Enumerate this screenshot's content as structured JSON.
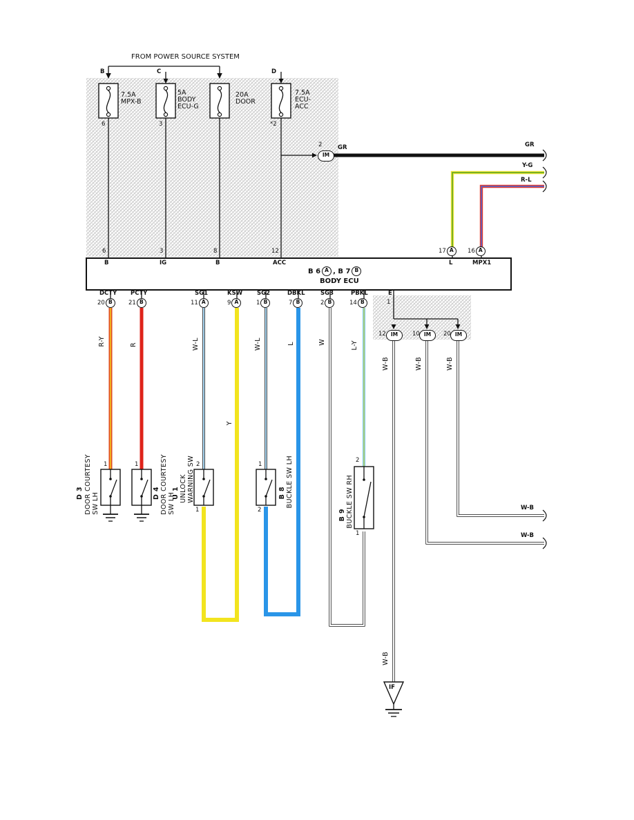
{
  "header": {
    "from_power": "FROM POWER SOURCE SYSTEM"
  },
  "colors": {
    "wire_red": "#df231a",
    "wire_red_yellow": "#e04a22",
    "wire_yellow": "#f2e41f",
    "wire_blue": "#2a95e8",
    "wire_light_blue": "#54b7ea",
    "wire_white_blue": "#4ea8e2",
    "wire_yellow_green": "#6aaa1e",
    "wire_red_blue": "#e23b30",
    "wire_black": "#111111",
    "hatch_gray": "#c5c5c5"
  },
  "fuses": [
    {
      "terminal": "B",
      "label": "7.5A\nMPX-B",
      "pin": "6"
    },
    {
      "terminal": "C",
      "label": "5A\nBODY\nECU-G",
      "pin": "3"
    },
    {
      "terminal": "",
      "label": "20A\nDOOR",
      "pin": ""
    },
    {
      "terminal": "D",
      "label": "7.5A\nECU-\nACC",
      "pin": "*2"
    }
  ],
  "top_branch": {
    "pin": "2",
    "connector": "IM",
    "wire_left": "GR",
    "wire_right": "GR",
    "wire_yg": "Y-G",
    "wire_rl": "R-L"
  },
  "ecu": {
    "title_left": "B 6",
    "conn_a": "A",
    "title_right": ", B 7",
    "conn_b": "B",
    "name": "BODY ECU",
    "top_pins": [
      {
        "num": "6",
        "label": "B"
      },
      {
        "num": "3",
        "label": "IG"
      },
      {
        "num": "8",
        "label": "B"
      },
      {
        "num": "12",
        "label": "ACC"
      },
      {
        "num": "17",
        "conn": "A",
        "label": "L"
      },
      {
        "num": "16",
        "conn": "A",
        "label": "MPX1"
      }
    ],
    "bottom_pins": [
      {
        "label": "DCTY",
        "num": "20",
        "conn": "B"
      },
      {
        "label": "PCTY",
        "num": "21",
        "conn": "B"
      },
      {
        "label": "SG1",
        "num": "11",
        "conn": "A"
      },
      {
        "label": "KSW",
        "num": "9",
        "conn": "A"
      },
      {
        "label": "SG2",
        "num": "1",
        "conn": "B"
      },
      {
        "label": "DBKL",
        "num": "7",
        "conn": "B"
      },
      {
        "label": "SG3",
        "num": "2",
        "conn": "B"
      },
      {
        "label": "PBKL",
        "num": "14",
        "conn": "B"
      },
      {
        "label": "E",
        "num": "1",
        "conn": ""
      }
    ]
  },
  "wire_labels": {
    "ry": "R-Y",
    "r": "R",
    "wl1": "W-L",
    "y": "Y",
    "wl2": "W-L",
    "l": "L",
    "w": "W",
    "ly": "L-Y",
    "wb1": "W-B",
    "wb2": "W-B",
    "wb3": "W-B",
    "wb_right_upper": "W-B",
    "wb_right_lower": "W-B",
    "wb_bottom": "W-B"
  },
  "im_connectors": [
    {
      "pin": "12",
      "label": "IM"
    },
    {
      "pin": "10",
      "label": "IM"
    },
    {
      "pin": "20",
      "label": "IM"
    }
  ],
  "components": [
    {
      "id": "D 3",
      "name": "DOOR COURTESY\nSW LH",
      "pin_top": "1"
    },
    {
      "id": "D 4",
      "name": "DOOR COURTESY\nSW LH",
      "pin_top": "1"
    },
    {
      "id": "U 1",
      "name": "UNLOCK\nWARNING SW",
      "pin_top": "2",
      "pin_bottom": "1"
    },
    {
      "id": "B 8",
      "name": "BUCKLE SW LH",
      "pin_top": "1",
      "pin_bottom": "2"
    },
    {
      "id": "B 9",
      "name": "BUCKLE SW RH",
      "pin_top": "2",
      "pin_bottom": "1"
    }
  ],
  "ground": {
    "label": "IF"
  }
}
